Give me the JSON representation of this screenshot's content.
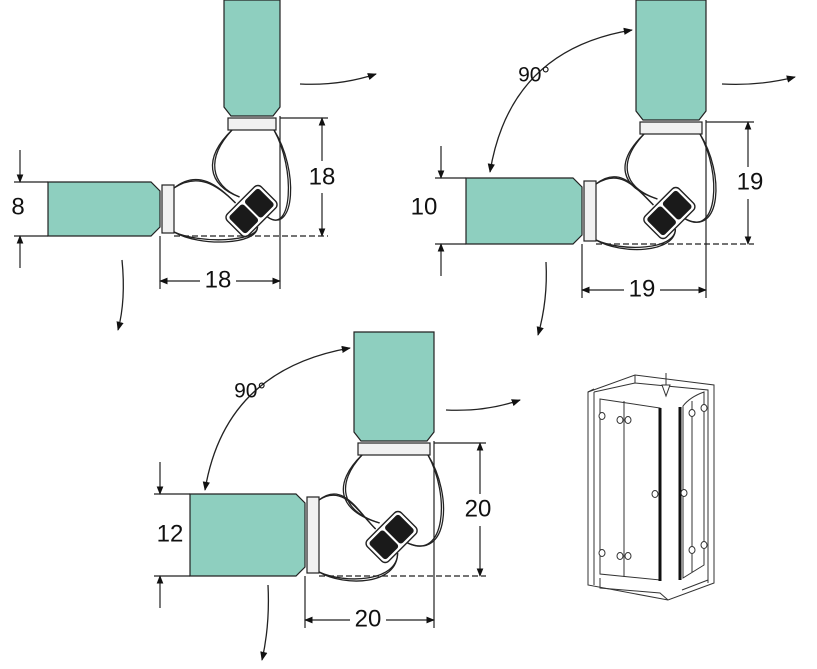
{
  "diagrams": [
    {
      "glass_thickness": "8",
      "width": "18",
      "depth": "18"
    },
    {
      "angle": "90°",
      "glass_thickness": "10",
      "width": "19",
      "depth": "19"
    },
    {
      "angle": "90°",
      "glass_thickness": "12",
      "width": "20",
      "depth": "20"
    }
  ],
  "colors": {
    "glass": "#8ecfbf",
    "magnet": "#1a1a1a",
    "clip": "#f1f1f1",
    "line": "#222222"
  }
}
